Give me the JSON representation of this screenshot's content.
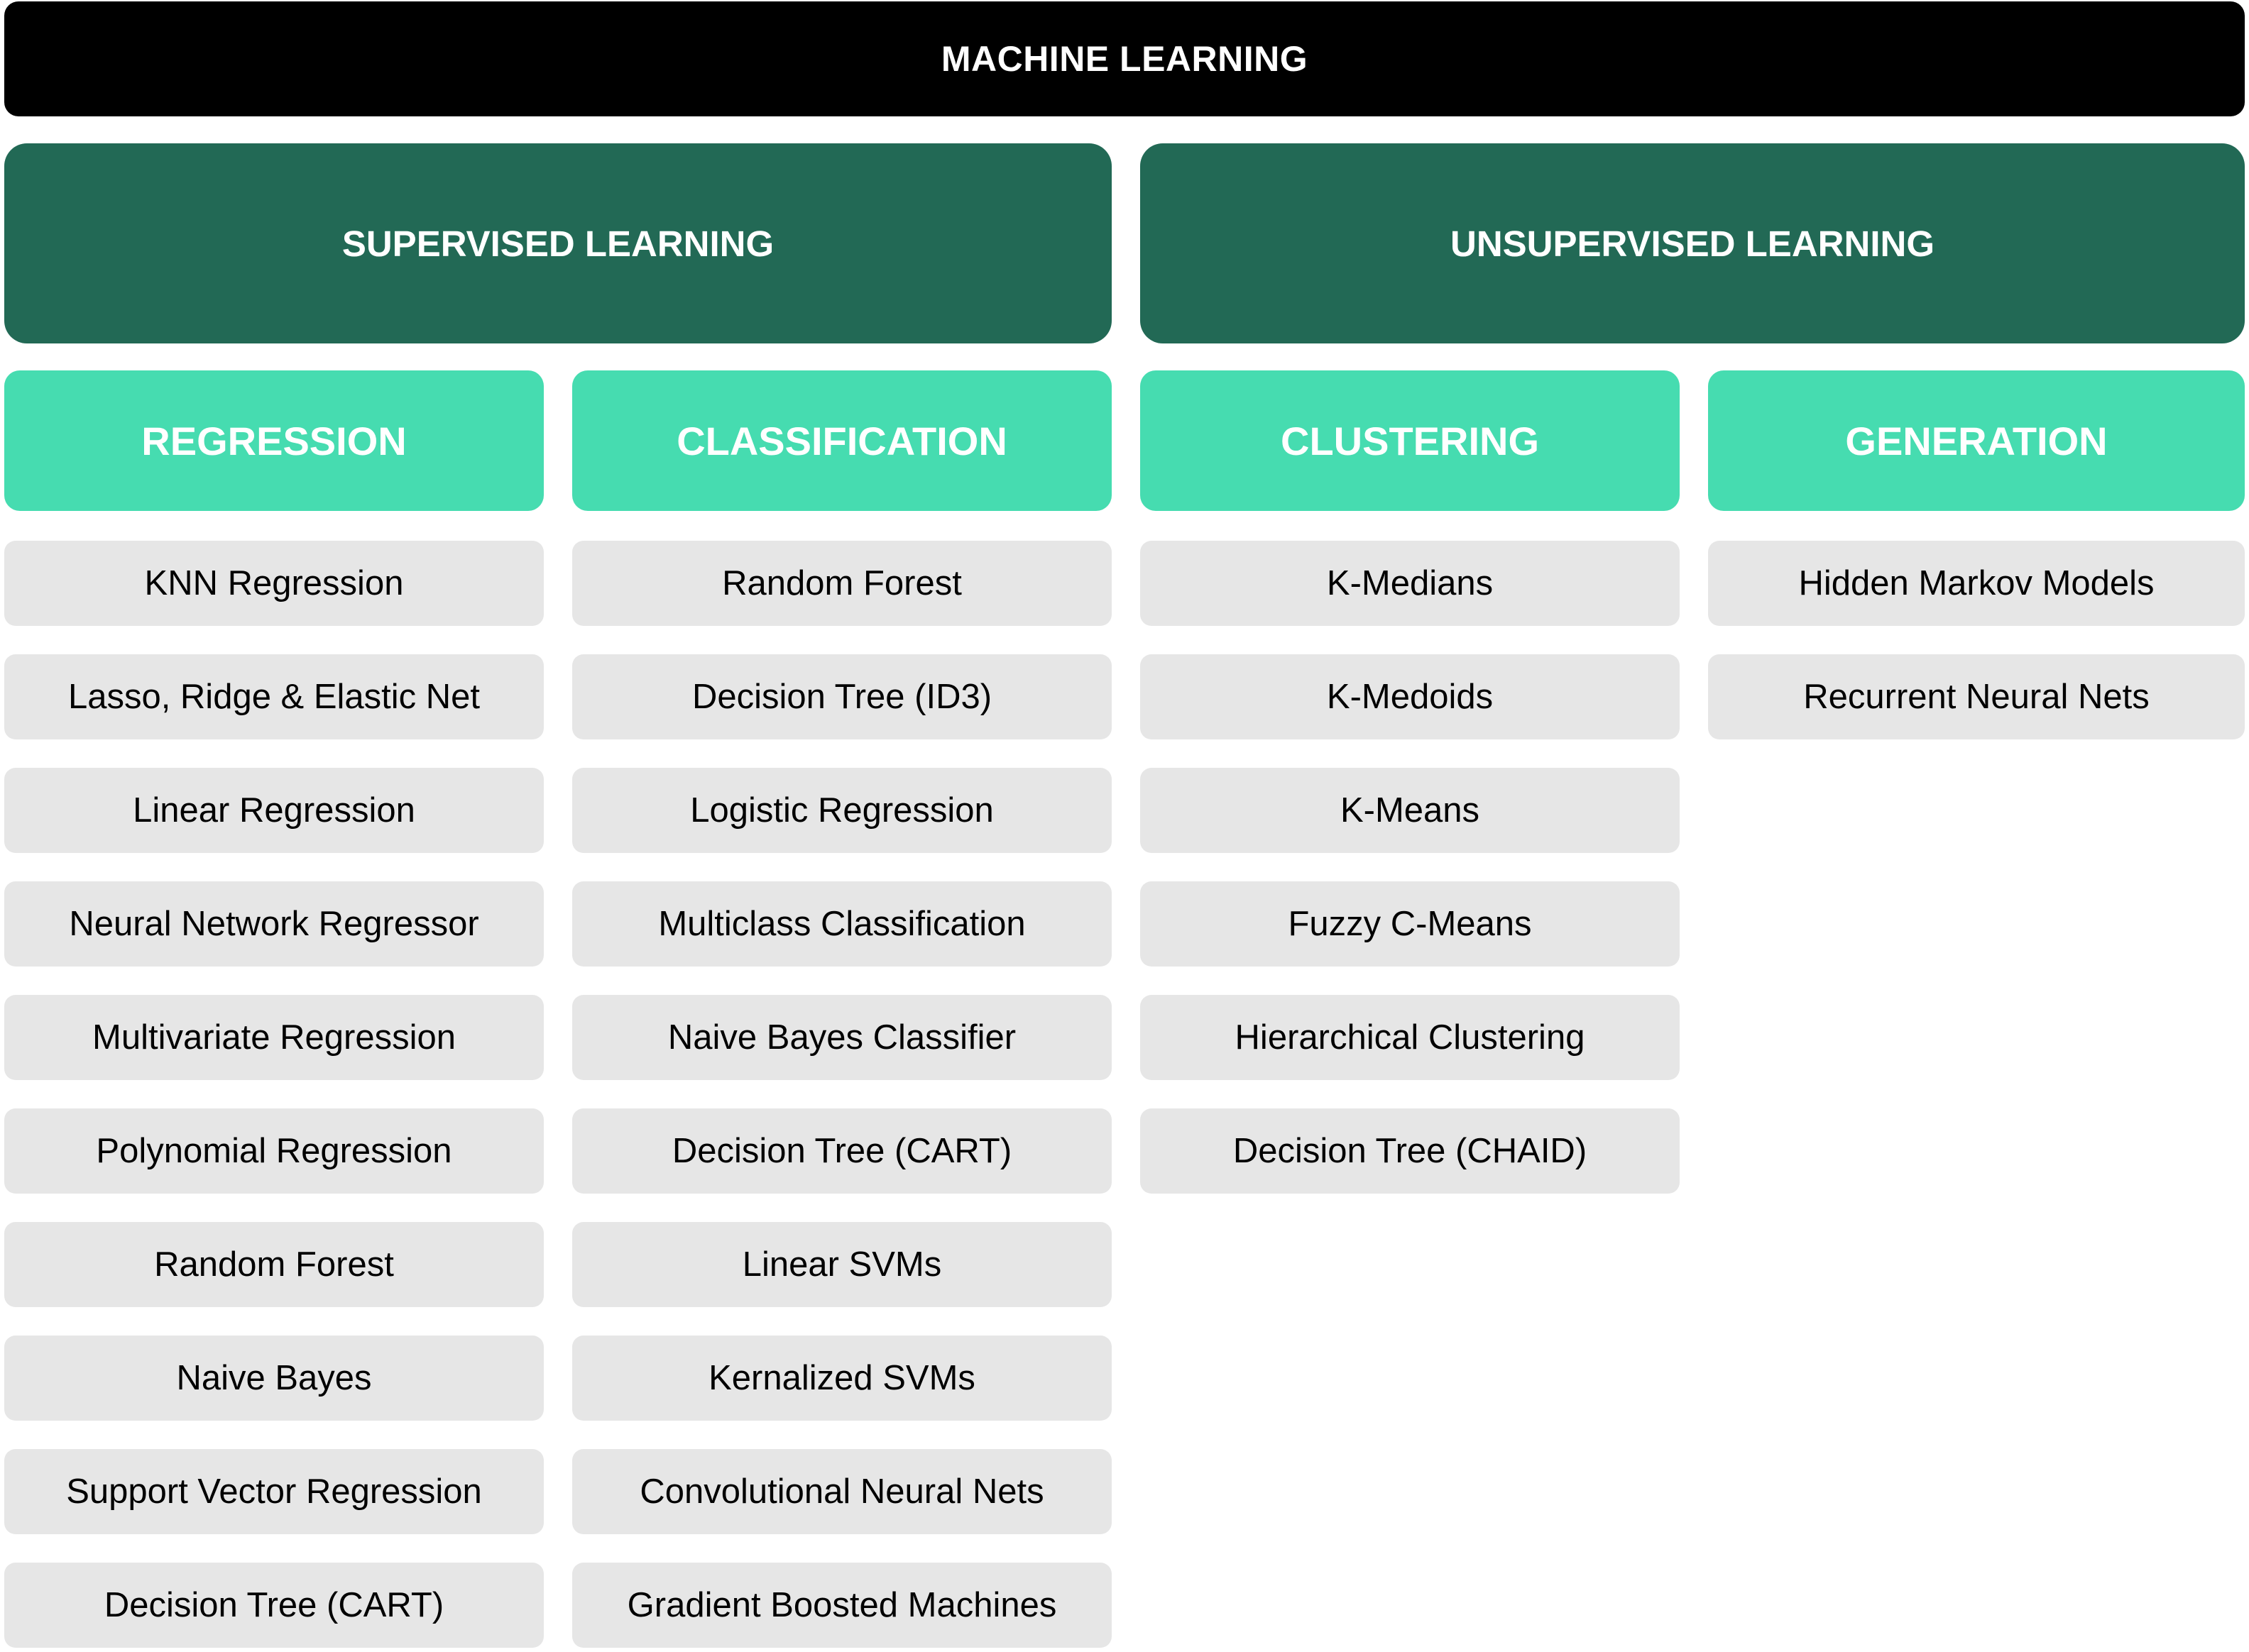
{
  "root": "MACHINE LEARNING",
  "branches": {
    "supervised": "SUPERVISED LEARNING",
    "unsupervised": "UNSUPERVISED LEARNING"
  },
  "categories": [
    {
      "title": "REGRESSION",
      "items": [
        "KNN Regression",
        "Lasso, Ridge & Elastic Net",
        "Linear Regression",
        "Neural Network Regressor",
        "Multivariate Regression",
        "Polynomial Regression",
        "Random Forest",
        "Naive Bayes",
        "Support Vector Regression",
        "Decision Tree (CART)"
      ]
    },
    {
      "title": "CLASSIFICATION",
      "items": [
        "Random Forest",
        "Decision Tree (ID3)",
        "Logistic Regression",
        "Multiclass Classification",
        "Naive Bayes Classifier",
        "Decision Tree (CART)",
        "Linear SVMs",
        "Kernalized SVMs",
        "Convolutional Neural Nets",
        "Gradient Boosted Machines"
      ]
    },
    {
      "title": "CLUSTERING",
      "items": [
        "K-Medians",
        "K-Medoids",
        "K-Means",
        "Fuzzy C-Means",
        "Hierarchical Clustering",
        "Decision Tree (CHAID)"
      ]
    },
    {
      "title": "GENERATION",
      "items": [
        "Hidden Markov Models",
        "Recurrent Neural Nets"
      ]
    }
  ],
  "colors": {
    "root_bg": "#000000",
    "branch_bg": "#226955",
    "category_bg": "#46dcb0",
    "item_bg": "#e6e6e6"
  }
}
